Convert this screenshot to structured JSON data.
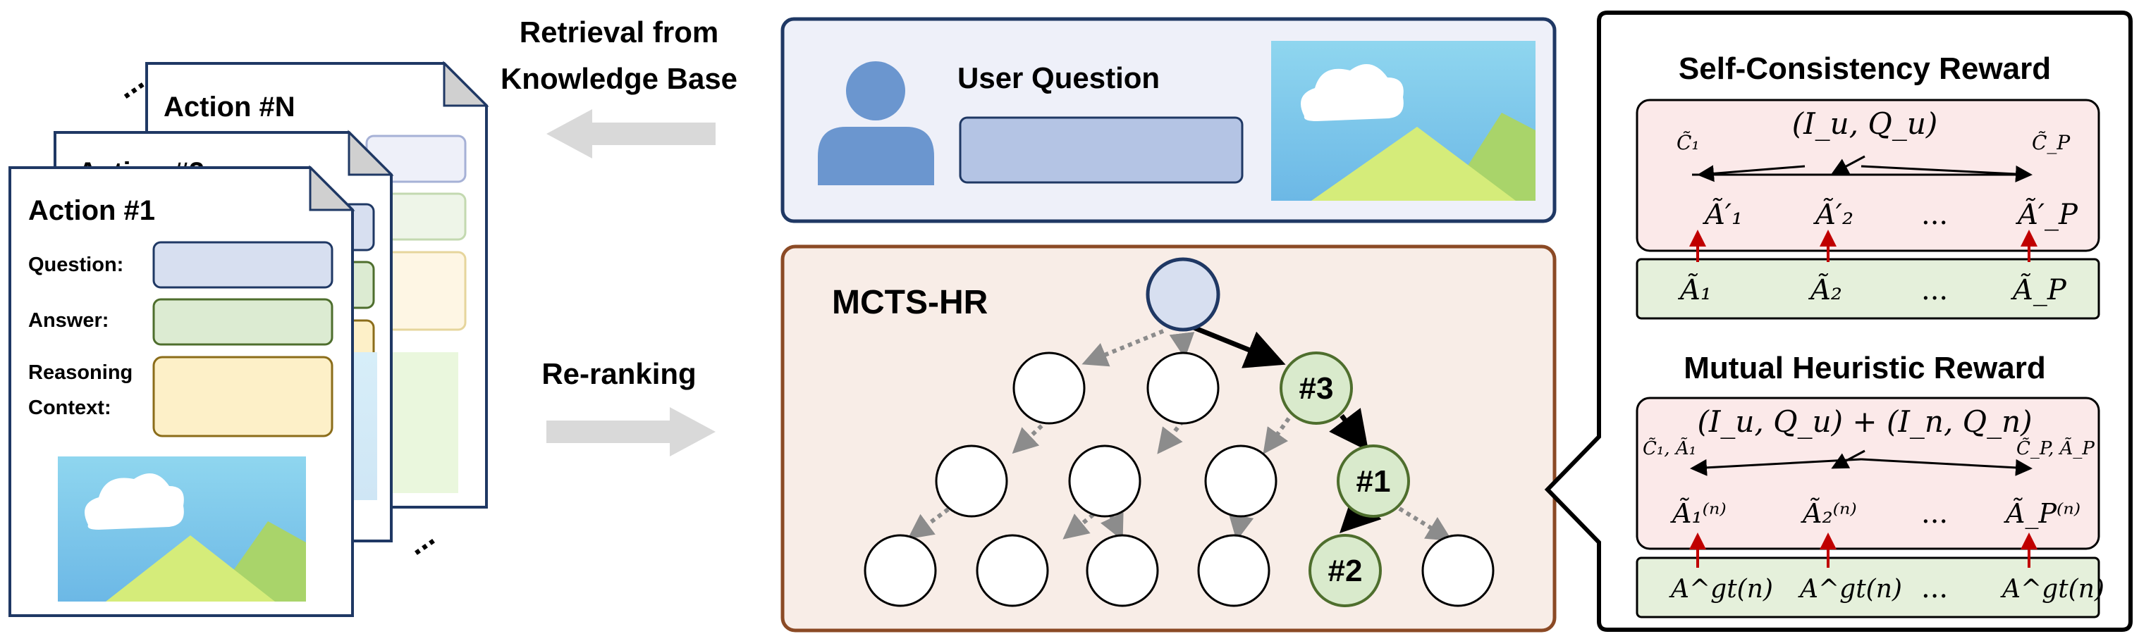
{
  "retrieval": {
    "line1": "Retrieval from",
    "line2": "Knowledge Base"
  },
  "reranking": {
    "label": "Re-ranking"
  },
  "cards": {
    "card_n_title": "Action #N",
    "card_2_title": "Action #2",
    "card_1_title": "Action #1",
    "question_label": "Question:",
    "answer_label": "Answer:",
    "reasoning_line1": "Reasoning",
    "reasoning_line2": "Context:",
    "dots": "..."
  },
  "user_question": {
    "label": "User Question"
  },
  "mcts": {
    "title": "MCTS-HR",
    "node_3": "#3",
    "node_1": "#1",
    "node_2": "#2"
  },
  "self_consistency": {
    "title": "Self-Consistency Reward",
    "query": "(I_u, Q_u)",
    "c1": "C̃₁",
    "cp": "C̃_P",
    "a1p": "Ã′₁",
    "a2p": "Ã′₂",
    "app": "Ã′_P",
    "ellipsis": "...",
    "a1": "Ã₁",
    "a2": "Ã₂",
    "ap": "Ã_P"
  },
  "mutual": {
    "title": "Mutual Heuristic Reward",
    "query": "(I_u, Q_u) + (I_n, Q_n)",
    "left_label": "C̃₁, Ã₁",
    "right_label": "C̃_P, Ã_P",
    "a1n": "Ã₁⁽ⁿ⁾",
    "a2n": "Ã₂⁽ⁿ⁾",
    "apn": "Ã_P⁽ⁿ⁾",
    "ellipsis": "...",
    "gt": "A^gt(n)"
  },
  "colors": {
    "navy": "#1f3864",
    "blue_panel_bg": "#eef0f9",
    "brown": "#8b4a25",
    "mcts_bg": "#f8ede7",
    "pink": "#fbe9e9",
    "green_panel": "#e5f0db",
    "green_node": "#d9eacc",
    "arrow_gray": "#d9d9d9",
    "red_arrow": "#c00000"
  },
  "icons": [
    "user-icon",
    "landscape-image-icon"
  ]
}
